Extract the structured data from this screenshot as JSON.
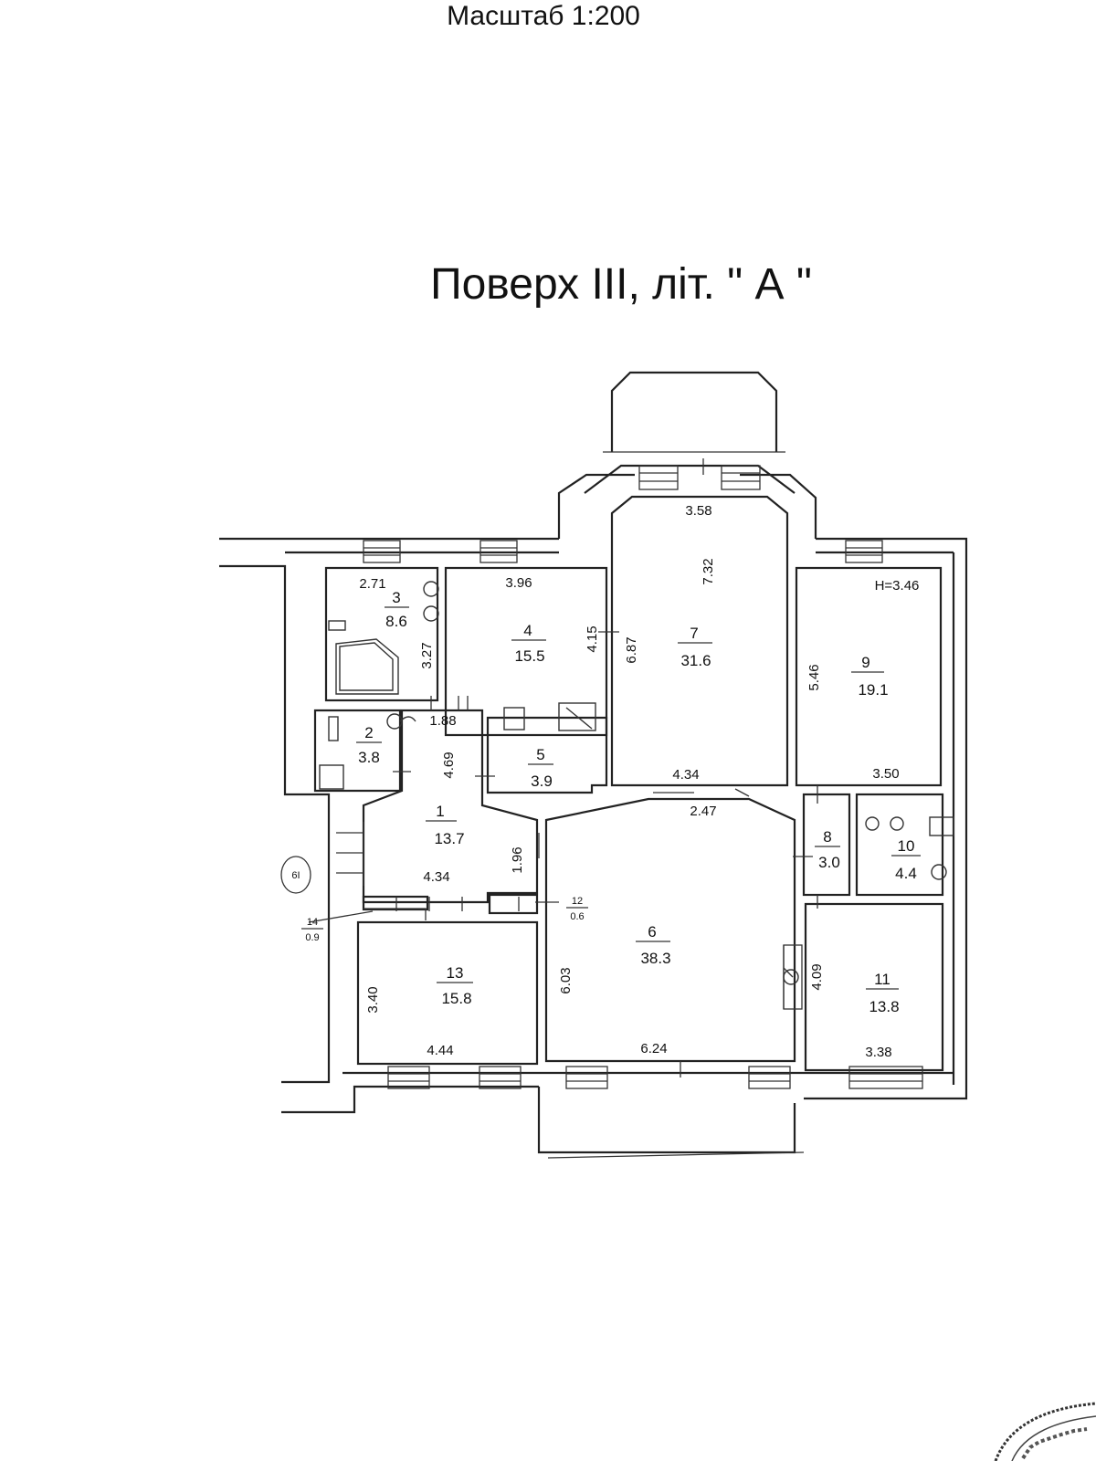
{
  "header": {
    "scale": "Масштаб 1:200",
    "title": "Поверх III, літ. \" А \""
  },
  "rooms": [
    {
      "number": "1",
      "area": "13.7"
    },
    {
      "number": "2",
      "area": "3.8"
    },
    {
      "number": "3",
      "area": "8.6"
    },
    {
      "number": "4",
      "area": "15.5"
    },
    {
      "number": "5",
      "area": "3.9"
    },
    {
      "number": "6",
      "area": "38.3"
    },
    {
      "number": "7",
      "area": "31.6"
    },
    {
      "number": "8",
      "area": "3.0"
    },
    {
      "number": "9",
      "area": "19.1"
    },
    {
      "number": "10",
      "area": "4.4"
    },
    {
      "number": "11",
      "area": "13.8"
    },
    {
      "number": "12",
      "area": "0.6"
    },
    {
      "number": "13",
      "area": "15.8"
    },
    {
      "number": "14",
      "area": "0.9"
    }
  ],
  "dimensions": {
    "d_3_58": "3.58",
    "d_7_32": "7.32",
    "d_2_71": "2.71",
    "d_3_27": "3.27",
    "d_3_96": "3.96",
    "d_4_15": "4.15",
    "d_6_87": "6.87",
    "d_1_88": "1.88",
    "d_4_69": "4.69",
    "d_4_34_top": "4.34",
    "d_2_47": "2.47",
    "d_5_46": "5.46",
    "d_3_50": "3.50",
    "d_4_34_hall": "4.34",
    "d_1_96": "1.96",
    "d_6_03": "6.03",
    "d_6_24": "6.24",
    "d_4_09": "4.09",
    "d_3_38": "3.38",
    "d_3_40": "3.40",
    "d_4_44": "4.44"
  },
  "annotations": {
    "height": "H=3.46",
    "stair_mark": "6I"
  }
}
